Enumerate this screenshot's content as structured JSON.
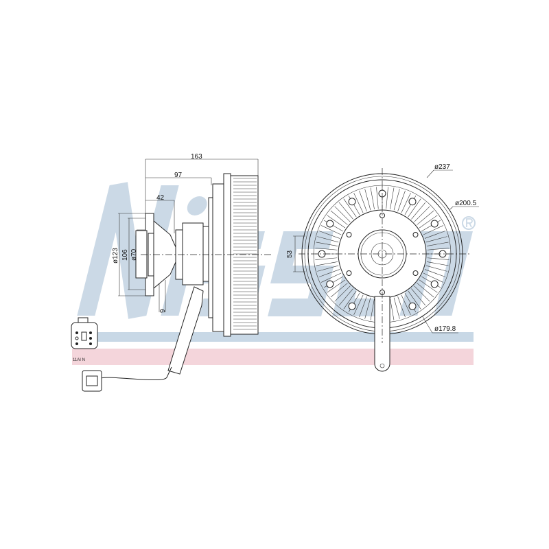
{
  "watermark": {
    "brand": "Nissens",
    "registered_mark": "®",
    "band_colors": {
      "blue": "#c8d8e6",
      "pink": "#f4d5db"
    }
  },
  "dimensions": {
    "overall_length": "163",
    "flange_to_body": "97",
    "flange_to_hub": "42",
    "flange_diameter": "ø123",
    "bolt_circle": "106",
    "pilot_diameter": "ø70",
    "flange_thickness": "9",
    "hub_height": "53",
    "outer_diameter": "ø237",
    "body_diameter": "ø200.5",
    "inner_diameter": "ø179.8"
  },
  "connector": {
    "label": "11AI N"
  }
}
